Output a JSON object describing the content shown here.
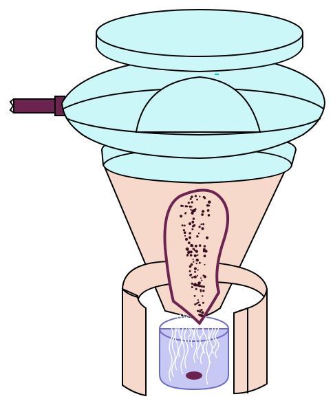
{
  "diagram": {
    "labels": [],
    "components": [
      {
        "name": "top-lid",
        "icon": "disc-icon"
      },
      {
        "name": "upper-housing",
        "icon": "lens-housing-icon"
      },
      {
        "name": "inner-dome",
        "icon": "dome-icon"
      },
      {
        "name": "side-inlet-pipe",
        "icon": "pipe-icon"
      },
      {
        "name": "lower-flange",
        "icon": "ring-icon"
      },
      {
        "name": "conical-hopper",
        "icon": "cone-icon"
      },
      {
        "name": "particle-stream",
        "icon": "particles-icon"
      },
      {
        "name": "collector-ring",
        "icon": "split-ring-icon"
      },
      {
        "name": "collection-beaker",
        "icon": "beaker-icon"
      }
    ]
  },
  "colors": {
    "outline": "#000000",
    "glass": "#ccf7f8",
    "hopper": "#f6d9cb",
    "pipe": "#6b2350",
    "particles": "#3a1020",
    "beaker": "#c7c8f4",
    "beaker_edge": "#6c6cc8",
    "cyan_tick": "#00c8c8"
  }
}
